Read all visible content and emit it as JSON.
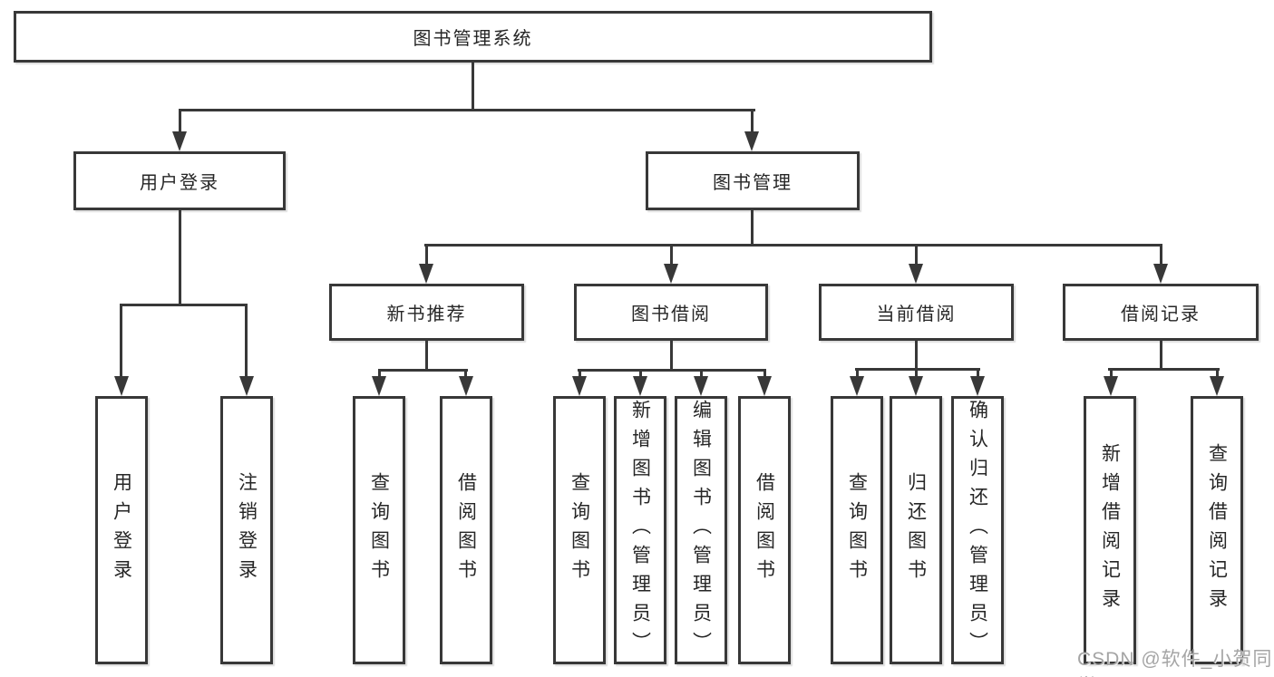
{
  "nodes": {
    "root": {
      "label": "图书管理系统"
    },
    "user_login": {
      "label": "用户登录",
      "children": {
        "login": {
          "label": "用户登录"
        },
        "logout": {
          "label": "注销登录"
        }
      }
    },
    "book_management": {
      "label": "图书管理",
      "children": {
        "new_book_recommend": {
          "label": "新书推荐",
          "children": {
            "query_books": {
              "label": "查询图书"
            },
            "borrow_books": {
              "label": "借阅图书"
            }
          }
        },
        "book_borrow": {
          "label": "图书借阅",
          "children": {
            "query_books": {
              "label": "查询图书"
            },
            "add_books": {
              "label": "新增图书（管理员）"
            },
            "edit_books": {
              "label": "编辑图书（管理员）"
            },
            "borrow_books": {
              "label": "借阅图书"
            }
          }
        },
        "current_borrow": {
          "label": "当前借阅",
          "children": {
            "query_books": {
              "label": "查询图书"
            },
            "return_books": {
              "label": "归还图书"
            },
            "confirm_return": {
              "label": "确认归还（管理员）"
            }
          }
        },
        "borrow_records": {
          "label": "借阅记录",
          "children": {
            "add_record": {
              "label": "新增借阅记录"
            },
            "query_record": {
              "label": "查询借阅记录"
            }
          }
        }
      }
    }
  },
  "watermark": {
    "text": "CSDN @软件_小贺同学"
  },
  "colors": {
    "line": "#383838",
    "text": "#262626",
    "watermark": "#a5a5a5",
    "background": "#ffffff"
  }
}
